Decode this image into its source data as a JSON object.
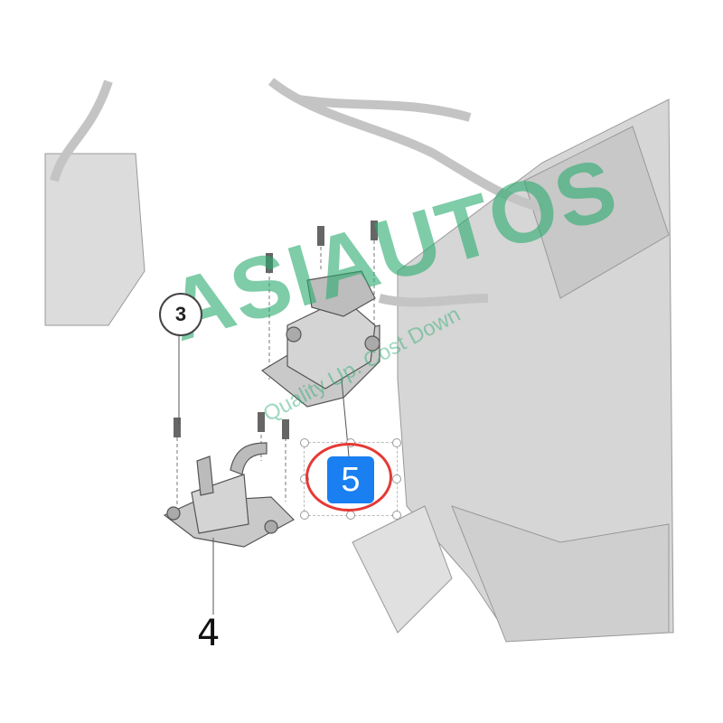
{
  "callouts": {
    "part3": "3",
    "part4": "4",
    "part5": "5"
  },
  "watermark": {
    "brand": "ASIAUTOS",
    "tagline": "Quality Up. Cost Down"
  },
  "colors": {
    "badge": "#1a7ff0",
    "ring": "#e53935",
    "watermark": "#28aa6e"
  }
}
